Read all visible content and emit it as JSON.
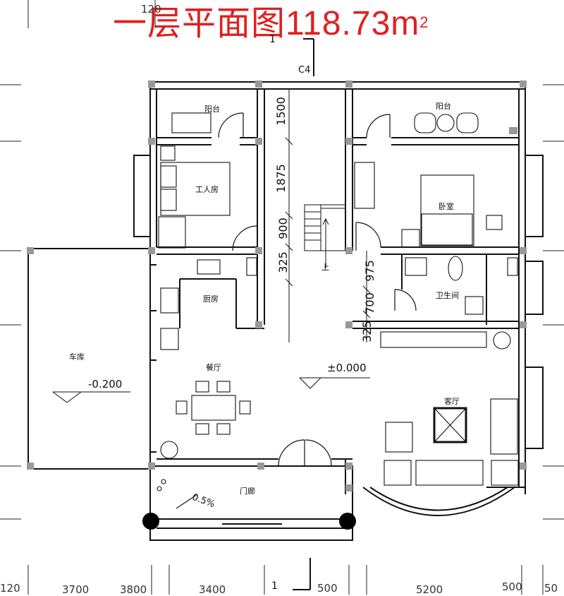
{
  "title": {
    "prefix": "一层平面图",
    "value": "118.73m",
    "superscript": "2"
  },
  "rooms": {
    "balcony_left": "阳台",
    "balcony_right": "阳台",
    "worker_room": "工人房",
    "bedroom": "卧室",
    "kitchen": "厨房",
    "bathroom": "卫生间",
    "garage": "车库",
    "dining": "餐厅",
    "living": "客厅",
    "porch": "门廊"
  },
  "levels": {
    "garage": "-0.200",
    "main": "±0.000"
  },
  "porch_slope": "0.5%",
  "stair_label": "上",
  "section_marks": {
    "top_number": "1",
    "top_code": "C4",
    "bottom_number": "1"
  },
  "dimensions": [
    "1500",
    "1875",
    "900",
    "325",
    "975",
    "700",
    "325"
  ],
  "edge_labels": {
    "top_left": "120",
    "bottom": [
      "120",
      "3700",
      "3800",
      "3400",
      "500",
      "5200",
      "500",
      "50"
    ]
  },
  "colors": {
    "title": "#e02020",
    "wall": "#111111",
    "column": "#999999"
  }
}
